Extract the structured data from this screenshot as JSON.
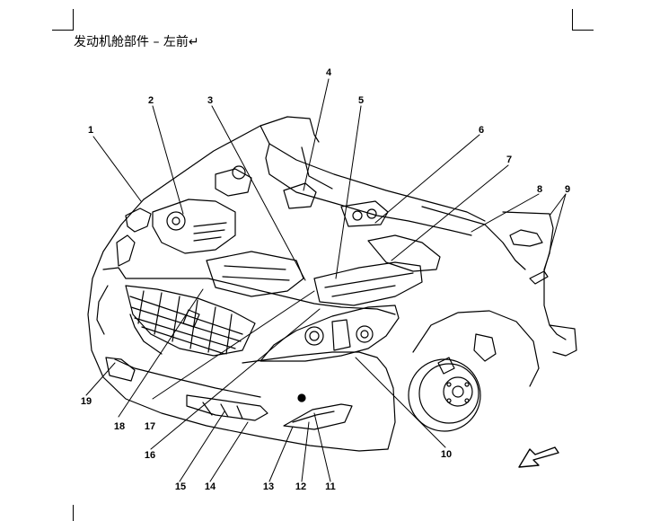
{
  "header": {
    "title": "发动机舱部件  –  左前↵"
  },
  "callouts": [
    "1",
    "2",
    "3",
    "4",
    "5",
    "6",
    "7",
    "8",
    "9",
    "10",
    "11",
    "12",
    "13",
    "14",
    "15",
    "16",
    "17",
    "18",
    "19"
  ]
}
